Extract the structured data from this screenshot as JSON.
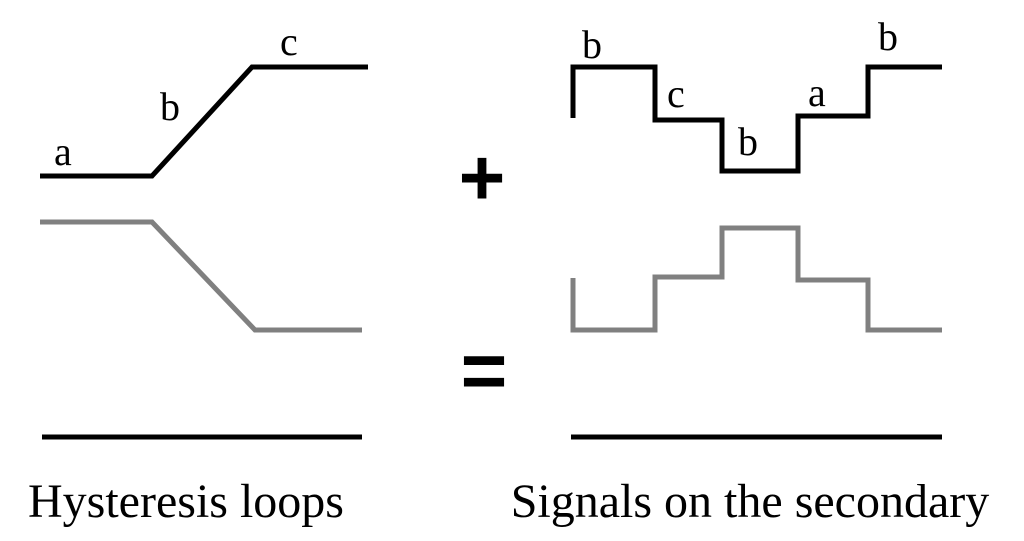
{
  "colors": {
    "primary": "#000000",
    "inverted": "#808080",
    "background": "#ffffff"
  },
  "hysteresis": {
    "labels": {
      "a": "a",
      "b": "b",
      "c": "c"
    }
  },
  "signals": {
    "labels": {
      "b_first": "b",
      "c": "c",
      "b_middle": "b",
      "a": "a",
      "b_last": "b"
    }
  },
  "operators": {
    "plus": "+",
    "equals": "="
  },
  "captions": {
    "left": "Hysteresis loops",
    "right": "Signals on the secondary"
  }
}
